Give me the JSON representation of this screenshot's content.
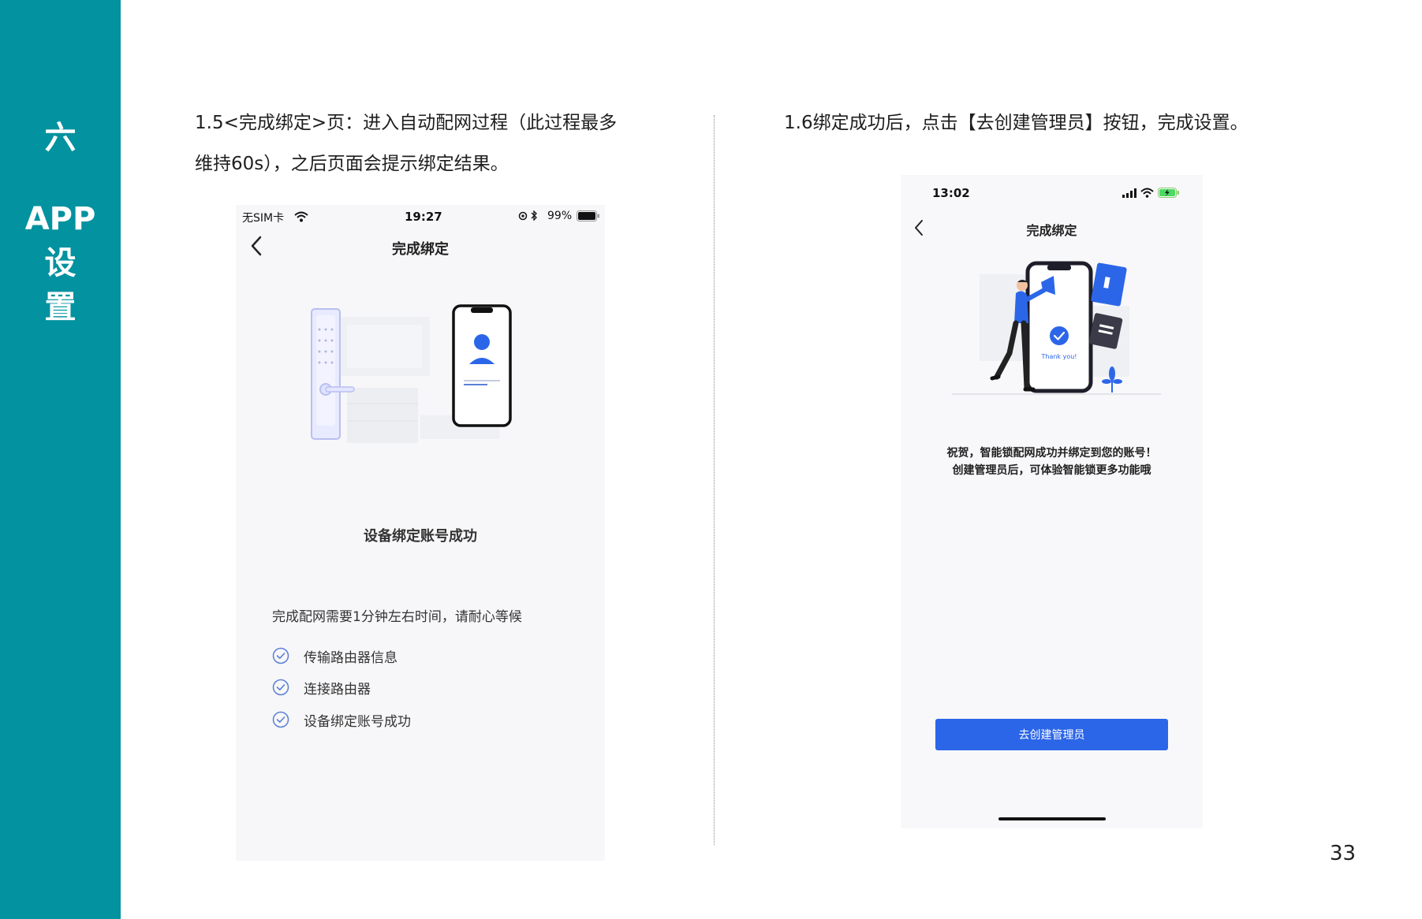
{
  "sidebar": {
    "section_number": "六",
    "title_lines": [
      "APP",
      "设",
      "置"
    ]
  },
  "left": {
    "caption_line1": "1.5<完成绑定>页：进入自动配网过程（此过程最多",
    "caption_line2": "维持60s），之后页面会提示绑定结果。",
    "status": {
      "carrier": "无SIM卡",
      "time": "19:27",
      "battery": "99%"
    },
    "nav_title": "完成绑定",
    "success_text": "设备绑定账号成功",
    "wait_text": "完成配网需要1分钟左右时间，请耐心等候",
    "steps": [
      {
        "label": "传输路由器信息"
      },
      {
        "label": "连接路由器"
      },
      {
        "label": "设备绑定账号成功"
      }
    ]
  },
  "right": {
    "caption": "1.6绑定成功后，点击【去创建管理员】按钮，完成设置。",
    "status": {
      "time": "13:02"
    },
    "nav_title": "完成绑定",
    "illustration_text": "Thank you!",
    "congrats_line1": "祝贺，智能锁配网成功并绑定到您的账号！",
    "congrats_line2": "创建管理员后，可体验智能锁更多功能哦",
    "cta_label": "去创建管理员"
  },
  "colors": {
    "sidebar": "#03929f",
    "accent_blue": "#2c66e8",
    "check_blue": "#5a7fd6"
  },
  "page_number": "33"
}
